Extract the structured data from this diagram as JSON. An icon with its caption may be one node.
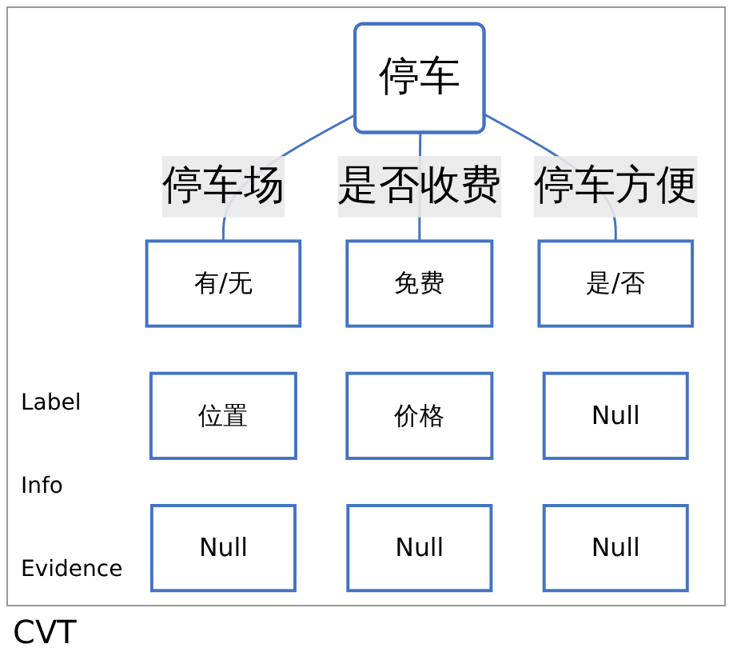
{
  "diagram": {
    "caption": "CVT",
    "nodes": [
      {
        "text": [
          "停车"
        ]
      },
      {
        "text": [
          "有/无"
        ]
      },
      {
        "text": [
          "免费"
        ]
      },
      {
        "text": [
          "是/否"
        ]
      },
      {
        "text": [
          "位置"
        ]
      },
      {
        "text": [
          "价格"
        ]
      },
      {
        "text": [
          "Null"
        ]
      },
      {
        "text": [
          "Null"
        ]
      },
      {
        "text": [
          "Null"
        ]
      },
      {
        "text": [
          "Null"
        ]
      }
    ],
    "edges": [
      {
        "from": 0,
        "to": 1,
        "arrow": "none",
        "label": "停车场"
      },
      {
        "from": 0,
        "to": 2,
        "arrow": "none",
        "label": "是否收费"
      },
      {
        "from": 0,
        "to": 3,
        "arrow": "none",
        "label": "停车方便"
      }
    ],
    "labels": [
      "Label",
      "Info",
      "Evidence"
    ]
  }
}
